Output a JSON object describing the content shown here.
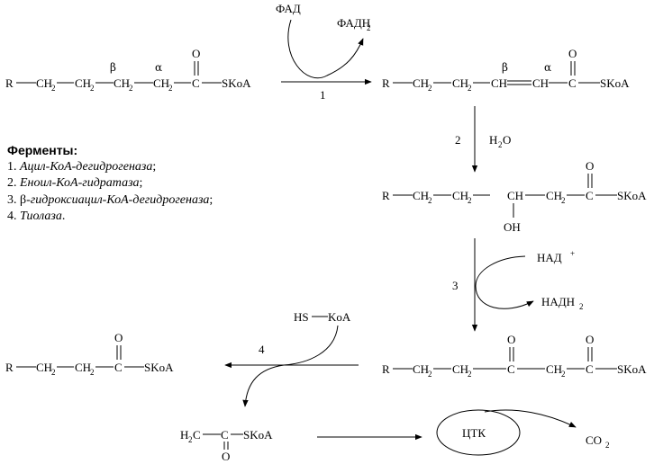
{
  "sub2": "2",
  "alpha": "α",
  "beta": "β",
  "reactions": {
    "r1": {
      "number": "1",
      "cofactor_in": "ФАД",
      "cofactor_out": "ФАДН",
      "substrate": [
        "R",
        "CH",
        "CH",
        "CH",
        "CH",
        "C",
        "SKoA"
      ],
      "product": [
        "R",
        "CH",
        "CH",
        "CH",
        "CH",
        "C",
        "SKoA"
      ]
    },
    "r2": {
      "number": "2",
      "reagent": "H",
      "reagent_tail": "O",
      "product": [
        "R",
        "CH",
        "CH",
        "CH",
        "CH",
        "C",
        "SKoA"
      ],
      "hydroxyl": "OH"
    },
    "r3": {
      "number": "3",
      "cofactor_in": "НАД",
      "cofactor_in_sup": "+",
      "cofactor_out": "НАДН",
      "product": [
        "R",
        "CH",
        "CH",
        "C",
        "CH",
        "C",
        "SKoA"
      ]
    },
    "r4": {
      "number": "4",
      "reagent": "HS",
      "reagent_tail": "KoA",
      "product": [
        "R",
        "CH",
        "CH",
        "C",
        "SKoA"
      ],
      "acetyl": [
        "H",
        "C",
        "C",
        "SKoA"
      ]
    }
  },
  "oxygen": "O",
  "tca": {
    "label": "ЦТК",
    "output": "CO"
  },
  "enzymes": {
    "title": "Ферменты:",
    "items": [
      {
        "num": "1. ",
        "name": "Ацил-КоА-дегидрогеназа",
        "tail": ";"
      },
      {
        "num": "2. ",
        "name": "Еноил-КоА-гидратаза",
        "tail": ";"
      },
      {
        "num": "3. ",
        "pre": "β-",
        "name": "гидроксиацил-КоА-дегидрогеназа",
        "tail": ";"
      },
      {
        "num": "4. ",
        "name": "Тиолаза",
        "tail": "."
      }
    ]
  }
}
